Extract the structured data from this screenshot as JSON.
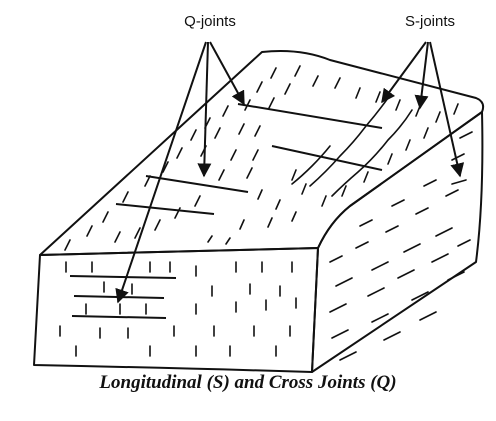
{
  "labels": {
    "q_joints": "Q-joints",
    "s_joints": "S-joints"
  },
  "caption": "Longitudinal (S) and Cross Joints (Q)",
  "colors": {
    "ink": "#111111",
    "background": "#ffffff"
  }
}
